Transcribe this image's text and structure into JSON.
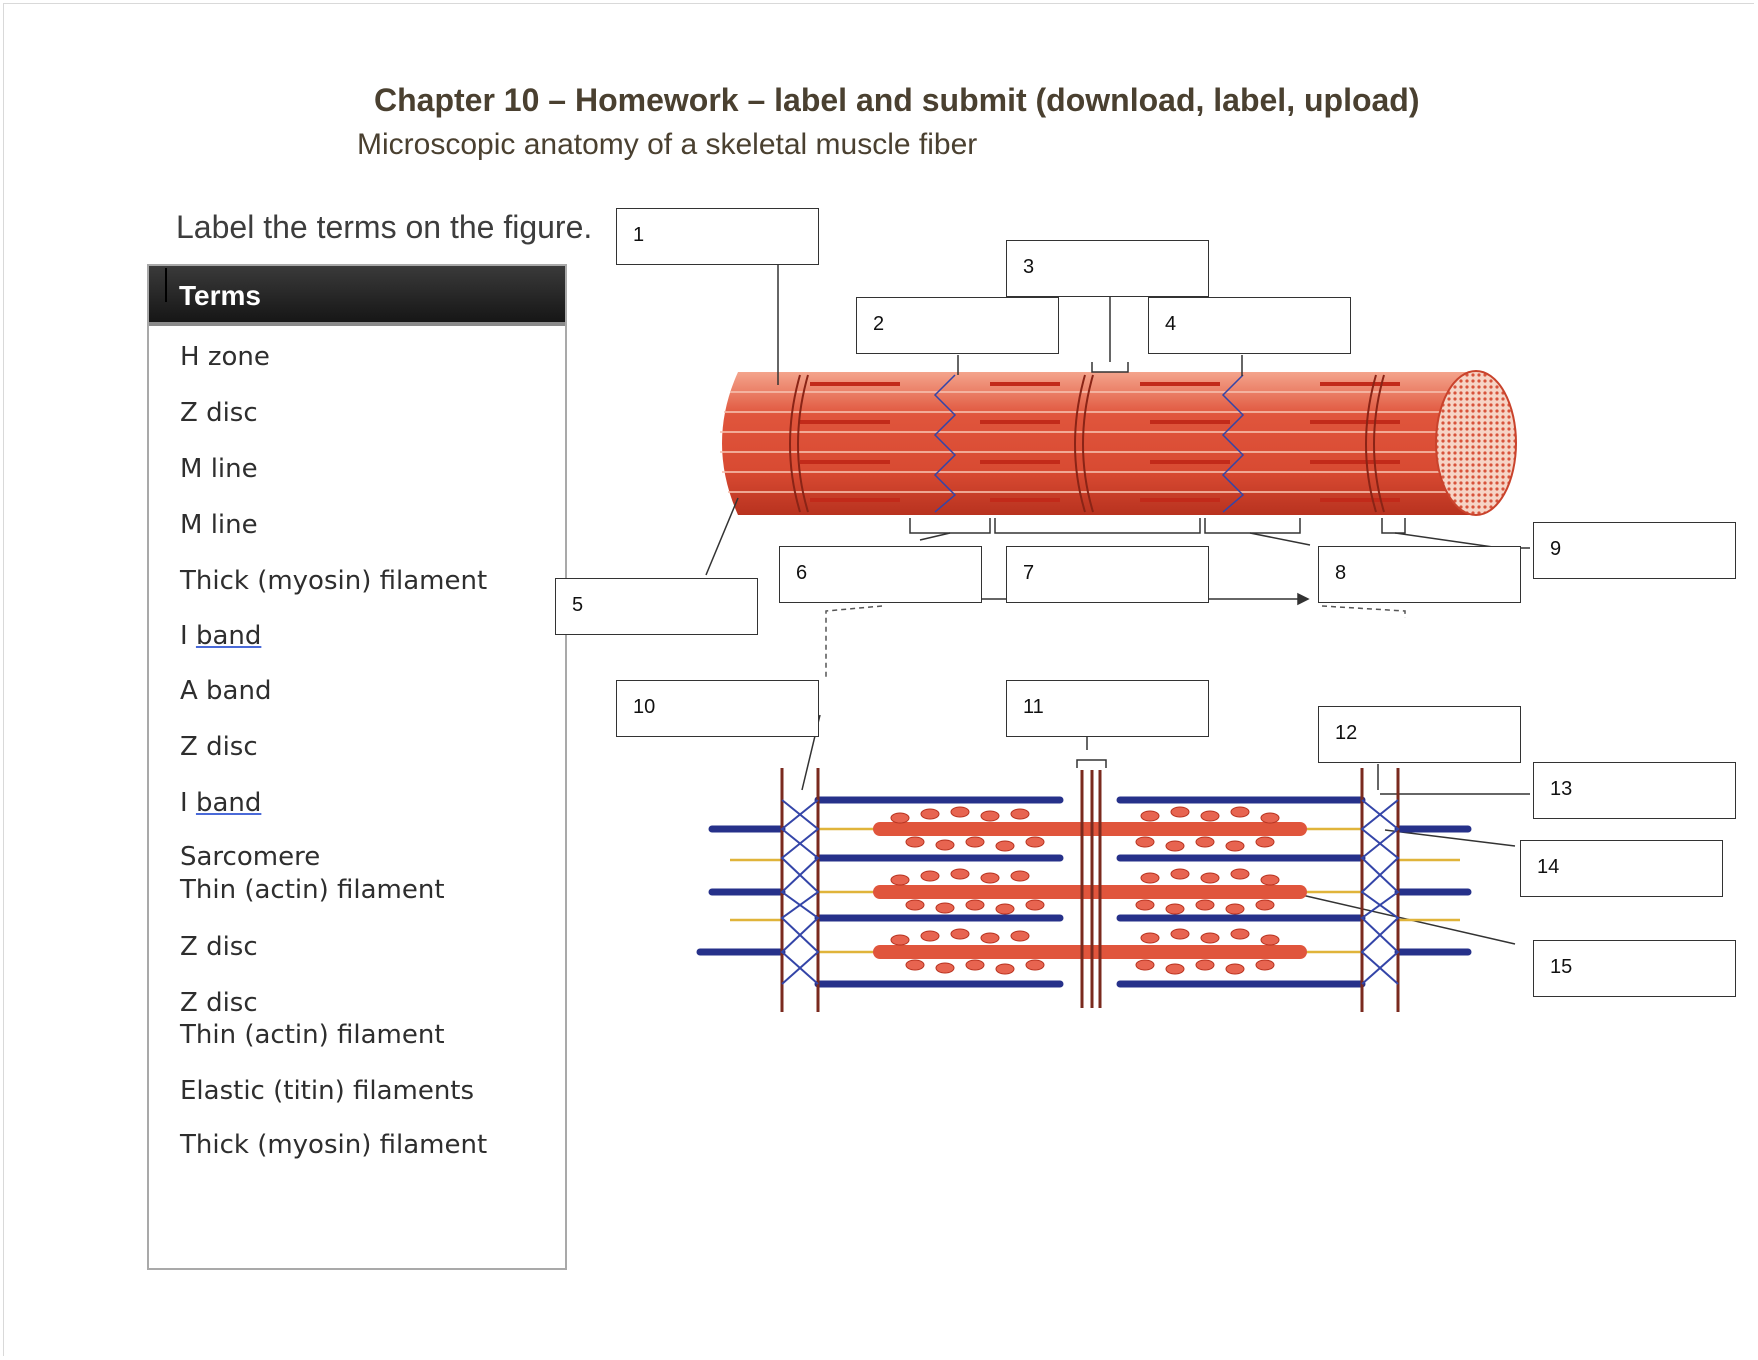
{
  "title": "Chapter 10 – Homework – label and submit (download, label, upload)",
  "subtitle": "Microscopic anatomy of a skeletal muscle fiber",
  "instruction": "Label the terms on the figure.",
  "terms_panel": {
    "header": "Terms",
    "items": [
      {
        "pre": "H zone",
        "link": ""
      },
      {
        "pre": "Z disc",
        "link": ""
      },
      {
        "pre": "M line",
        "link": ""
      },
      {
        "pre": "M line",
        "link": ""
      },
      {
        "pre": "Thick (myosin)  filament",
        "link": ""
      },
      {
        "pre": "I ",
        "link": "band"
      },
      {
        "pre": "A band",
        "link": ""
      },
      {
        "pre": "Z disc",
        "link": ""
      },
      {
        "pre": "I  ",
        "link": "band"
      },
      {
        "pre": "Sarcomere",
        "link": ""
      },
      {
        "pre": "Thin (actin) filament",
        "link": ""
      },
      {
        "pre": "Z disc",
        "link": ""
      },
      {
        "pre": "Z disc",
        "link": ""
      },
      {
        "pre": "Thin  (actin) filament",
        "link": ""
      },
      {
        "pre": "Elastic (titin) filaments",
        "link": ""
      },
      {
        "pre": "Thick (myosin)  filament",
        "link": ""
      }
    ]
  },
  "label_boxes": [
    "1",
    "2",
    "3",
    "4",
    "5",
    "6",
    "7",
    "8",
    "9",
    "10",
    "11",
    "12",
    "13",
    "14",
    "15"
  ],
  "colors": {
    "muscle": "#e0553c",
    "actin": "#2b3d94",
    "titin": "#e0b43a",
    "zdisc": "#7a2a1e",
    "header": "#1f1f1f"
  }
}
